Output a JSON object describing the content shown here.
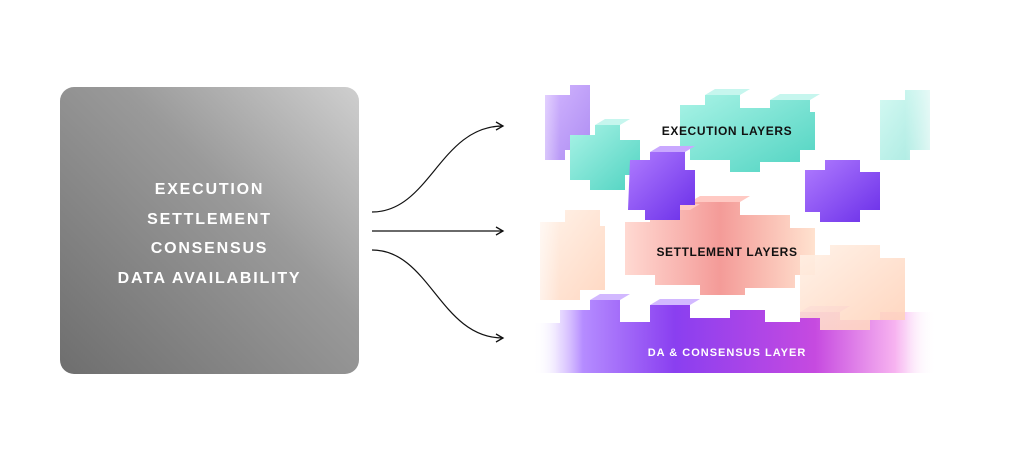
{
  "monolithic_box": {
    "lines": [
      "EXECUTION",
      "SETTLEMENT",
      "CONSENSUS",
      "DATA AVAILABILITY"
    ]
  },
  "layers": {
    "execution": "EXECUTION LAYERS",
    "settlement": "SETTLEMENT LAYERS",
    "da_consensus": "DA & CONSENSUS LAYER"
  },
  "colors": {
    "box_light": "#cfcfcf",
    "box_dark": "#6e6e6e",
    "execution_teal": "#6fe3d2",
    "execution_purple": "#8a4df0",
    "settlement_pink": "#f6a6a0",
    "settlement_peach": "#ffd8c0",
    "da_purple": "#8a3ff0",
    "da_magenta": "#d04ad8",
    "arrow": "#111111"
  }
}
